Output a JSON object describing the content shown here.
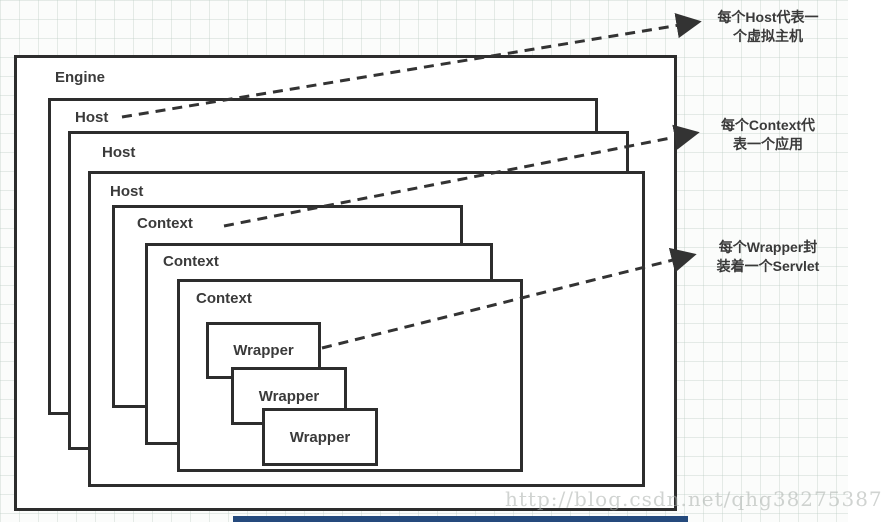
{
  "diagram": {
    "boxes": [
      {
        "label": "Engine"
      },
      {
        "label": "Host"
      },
      {
        "label": "Host"
      },
      {
        "label": "Host"
      },
      {
        "label": "Context"
      },
      {
        "label": "Context"
      },
      {
        "label": "Context"
      },
      {
        "label": "Wrapper"
      },
      {
        "label": "Wrapper"
      },
      {
        "label": "Wrapper"
      }
    ],
    "annotations": [
      {
        "line1": "每个Host代表一",
        "line2": "个虚拟主机"
      },
      {
        "line1": "每个Context代",
        "line2": "表一个应用"
      },
      {
        "line1": "每个Wrapper封",
        "line2": "装着一个Servlet"
      }
    ],
    "watermark": "http://blog.csdn.net/qhg38275387",
    "colors": {
      "box_border": "#2d2d2d",
      "label_text": "#3a3a3a",
      "arrow": "#333333",
      "grid_line": "#dfe7e2",
      "watermark_text": "#aaafac",
      "bottom_bar": "#254a7d"
    }
  }
}
